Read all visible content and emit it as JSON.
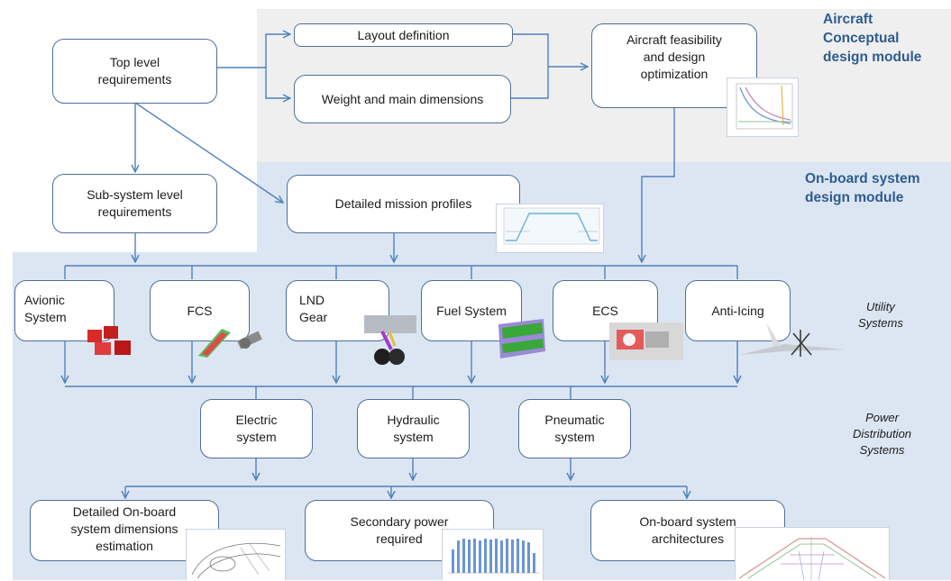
{
  "modules": {
    "conceptual": "Aircraft\nConceptual\ndesign module",
    "onboard": "On-board system\ndesign module"
  },
  "boxes": {
    "top_level": "Top level\nrequirements",
    "layout": "Layout definition",
    "weight": "Weight and main dimensions",
    "feasibility": "Aircraft feasibility\nand design\noptimization",
    "subsystem": "Sub-system level\nrequirements",
    "mission": "Detailed mission profiles"
  },
  "utility_systems": [
    {
      "label": "Avionic\nSystem",
      "icon": "avionics-icon"
    },
    {
      "label": "FCS",
      "icon": "actuator-icon"
    },
    {
      "label": "LND\nGear",
      "icon": "landing-gear-icon"
    },
    {
      "label": "Fuel System",
      "icon": "fuel-tank-icon"
    },
    {
      "label": "ECS",
      "icon": "ecs-pack-icon"
    },
    {
      "label": "Anti-Icing",
      "icon": "wing-icon"
    }
  ],
  "power_systems": [
    {
      "label": "Electric\nsystem"
    },
    {
      "label": "Hydraulic\nsystem"
    },
    {
      "label": "Pneumatic\nsystem"
    }
  ],
  "outputs": [
    {
      "label": "Detailed On-board\nsystem dimensions\nestimation",
      "icon": "technical-drawing-icon"
    },
    {
      "label": "Secondary power\nrequired",
      "icon": "power-bar-chart-icon"
    },
    {
      "label": "On-board system\narchitectures",
      "icon": "architecture-layout-icon"
    }
  ],
  "side_labels": {
    "utility": "Utility\nSystems",
    "power": "Power\nDistribution\nSystems"
  },
  "colors": {
    "background_top": "#efefef",
    "background_bottom": "#dce6f2",
    "line": "#4f81bd",
    "box_border": "#4f6f96",
    "module_text": "#2e5c8f"
  }
}
